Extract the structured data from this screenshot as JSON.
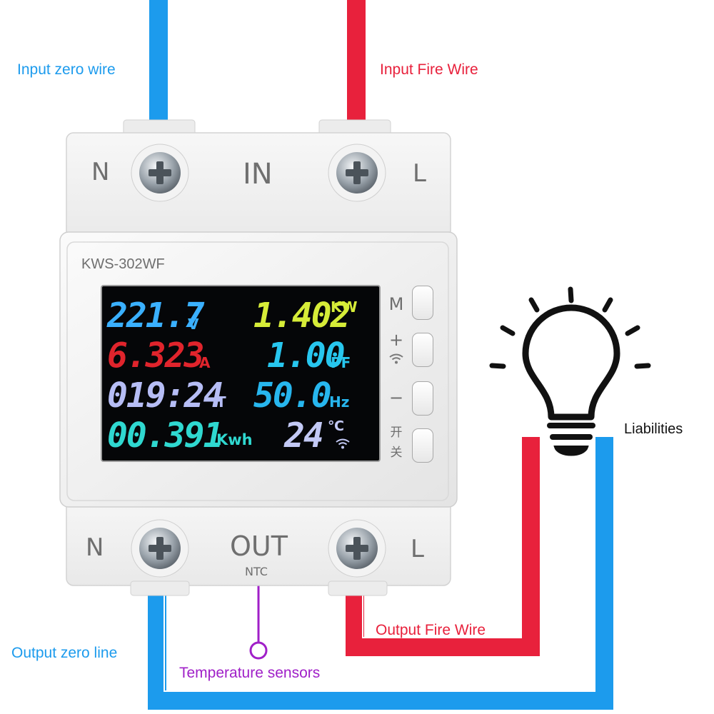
{
  "labels": {
    "input_zero": "Input zero wire",
    "input_fire": "Input Fire Wire",
    "output_zero": "Output zero line",
    "output_fire": "Output Fire Wire",
    "temp_sensor": "Temperature sensors",
    "load": "Liabilities"
  },
  "device": {
    "model": "KWS-302WF",
    "top": {
      "left": "N",
      "center": "IN",
      "right": "L"
    },
    "bottom": {
      "left": "N",
      "center": "OUT",
      "sub": "NTC",
      "right": "L"
    }
  },
  "display": {
    "voltage": {
      "value": "221.7",
      "unit": "V"
    },
    "power": {
      "value": "1.402",
      "unit": "KW"
    },
    "current": {
      "value": "6.323",
      "unit": "A"
    },
    "power_factor": {
      "value": "1.00",
      "unit": "PF"
    },
    "time": {
      "value": "019:24",
      "unit": "T"
    },
    "frequency": {
      "value": "50.0",
      "unit": "Hz"
    },
    "energy": {
      "value": "00.391",
      "unit": "Kwh"
    },
    "temperature": {
      "value": "24",
      "unit": "℃"
    }
  },
  "buttons": {
    "m": "M",
    "plus": "+",
    "minus": "−",
    "power_line1": "开",
    "power_line2": "关"
  },
  "colors": {
    "neutral_wire": "#1c9bed",
    "fire_wire": "#e8213c",
    "sensor_wire": "#a020c8",
    "voltage": "#3ab0ff",
    "power": "#d6ec38",
    "current": "#e0242c",
    "power_factor": "#27c6ee",
    "time": "#b6bdf5",
    "frequency": "#27b6ee",
    "energy": "#2fd8d0",
    "temperature": "#c3c9f5"
  }
}
